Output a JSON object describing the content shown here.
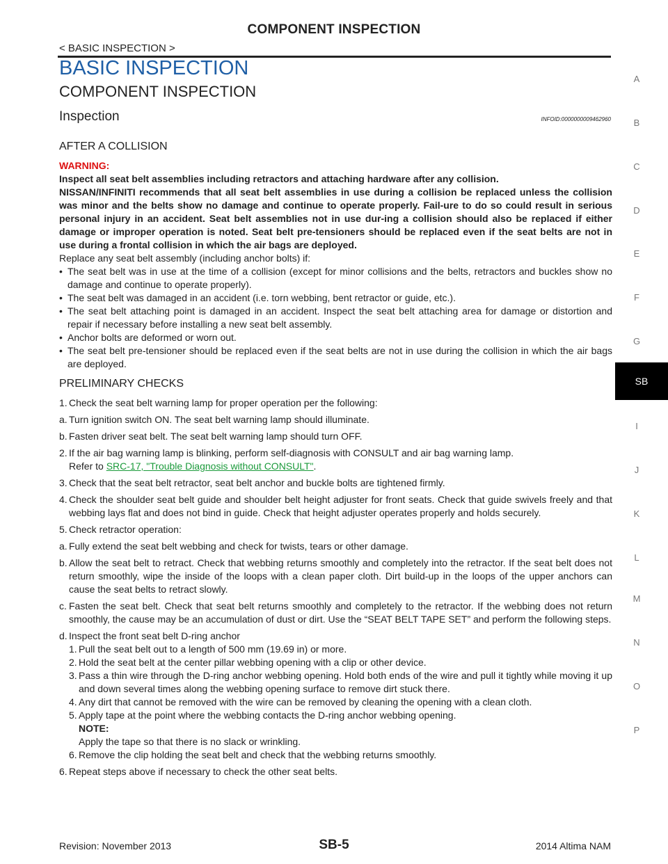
{
  "header": {
    "title": "COMPONENT INSPECTION",
    "subtitle": "< BASIC INSPECTION >"
  },
  "h1": "BASIC INSPECTION",
  "h2": "COMPONENT INSPECTION",
  "h3": "Inspection",
  "infoid": "INFOID:0000000009462960",
  "after_collision": {
    "title": "AFTER A COLLISION",
    "warning_label": "WARNING:",
    "warning_line1": "Inspect all seat belt assemblies including retractors and attaching hardware after any collision.",
    "warning_para": "NISSAN/INFINITI recommends that all seat belt assemblies in use during a collision be replaced unless the collision was minor and the belts show no damage and continue to operate properly. Fail-ure to do so could result in serious personal injury in an accident. Seat belt assemblies not in use dur-ing a collision should also be replaced if either damage or improper operation is noted. Seat belt pre-tensioners should be replaced even if the seat belts are not in use during a frontal collision in which the air bags are deployed.",
    "replace_intro": "Replace any seat belt assembly (including anchor bolts) if:",
    "bullets": [
      "The seat belt was in use at the time of a collision (except for minor collisions and the belts, retractors and buckles show no damage and continue to operate properly).",
      "The seat belt was damaged in an accident (i.e. torn webbing, bent retractor or guide, etc.).",
      "The seat belt attaching point is damaged in an accident. Inspect the seat belt attaching area for damage or distortion and repair if necessary before installing a new seat belt assembly.",
      "Anchor bolts are deformed or worn out.",
      "The seat belt pre-tensioner should be replaced even if the seat belts are not in use during the collision in which the air bags are deployed."
    ]
  },
  "prelim": {
    "title": "PRELIMINARY CHECKS",
    "s1": "Check the seat belt warning lamp for proper operation per the following:",
    "s1a": "Turn ignition switch ON. The seat belt warning lamp should illuminate.",
    "s1b": "Fasten driver seat belt. The seat belt warning lamp should turn OFF.",
    "s2": "If the air bag warning lamp is blinking, perform self-diagnosis with CONSULT and air bag warning lamp.",
    "s2_refer": "Refer to",
    "s2_link": "SRC-17, \"Trouble Diagnosis without CONSULT\"",
    "s2_end": ".",
    "s3": "Check that the seat belt retractor, seat belt anchor and buckle bolts are tightened firmly.",
    "s4": "Check the shoulder seat belt guide and shoulder belt height adjuster for front seats. Check that guide swivels freely and that webbing lays flat and does not bind in guide. Check that height adjuster operates properly and holds securely.",
    "s5": "Check retractor operation:",
    "s5a": "Fully extend the seat belt webbing and check for twists, tears or other damage.",
    "s5b": "Allow the seat belt to retract. Check that webbing returns smoothly and completely into the retractor. If the seat belt does not return smoothly, wipe the inside of the loops with a clean paper cloth. Dirt build-up in the loops of the upper anchors can cause the seat belts to retract slowly.",
    "s5c": "Fasten the seat belt. Check that seat belt returns smoothly and completely to the retractor. If the webbing does not return smoothly, the cause may be an accumulation of dust or dirt. Use the “SEAT BELT TAPE SET” and perform the following steps.",
    "s5d": "Inspect the front seat belt D-ring anchor",
    "d1": "Pull the seat belt out to a length of 500 mm (19.69 in) or more.",
    "d2": "Hold the seat belt at the center pillar webbing opening with a clip or other device.",
    "d3": "Pass a thin wire through the D-ring anchor webbing opening. Hold both ends of the wire and pull it tightly while moving it up and down several times along the webbing opening surface to remove dirt stuck there.",
    "d4": "Any dirt that cannot be removed with the wire can be removed by cleaning the opening with a clean cloth.",
    "d5": "Apply tape at the point where the webbing contacts the D-ring anchor webbing opening.",
    "note_label": "NOTE:",
    "note_text": "Apply the tape so that there is no slack or wrinkling.",
    "d6": "Remove the clip holding the seat belt and check that the webbing returns smoothly.",
    "s6": "Repeat steps above if necessary to check the other seat belts."
  },
  "sidebar": [
    "A",
    "B",
    "C",
    "D",
    "E",
    "F",
    "G",
    "I",
    "J",
    "K",
    "L",
    "M",
    "N",
    "O",
    "P"
  ],
  "sidebar_active": "SB",
  "footer": {
    "revision": "Revision: November 2013",
    "page": "SB-5",
    "model": "2014 Altima NAM"
  }
}
